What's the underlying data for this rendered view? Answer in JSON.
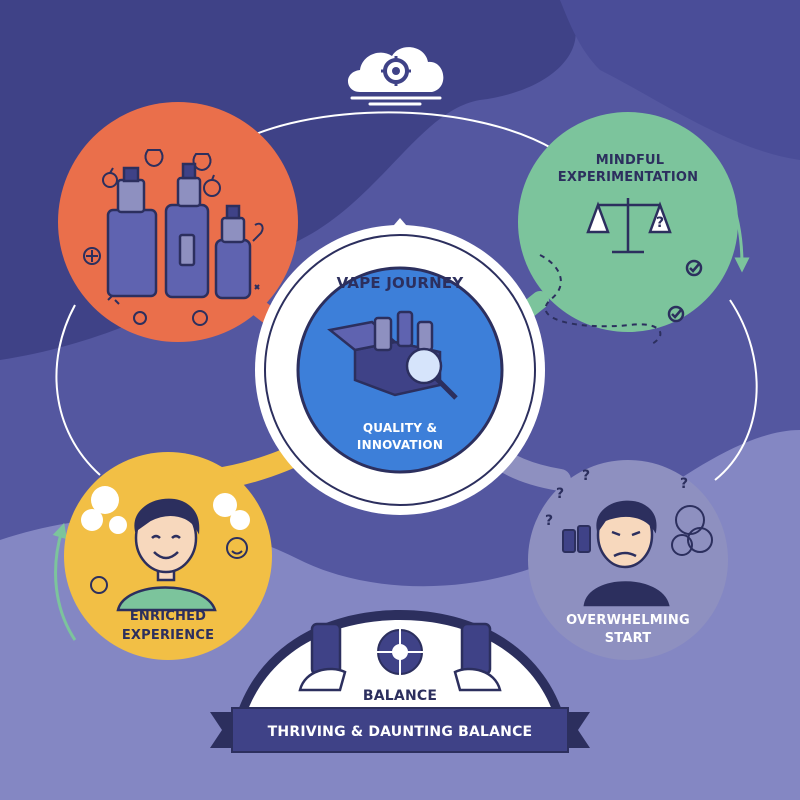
{
  "center": {
    "title": "VAPE JOURNEY",
    "subtitle_line1": "QUALITY &",
    "subtitle_line2": "INNOVATION"
  },
  "stages": {
    "mindful": {
      "line1": "MINDFUL",
      "line2": "EXPERIMENTATION",
      "color": "#7cc49c"
    },
    "overwhelming": {
      "line1": "OVERWHELMING",
      "line2": "START",
      "color": "#8e90c0"
    },
    "enriched": {
      "line1": "ENRICHED",
      "line2": "EXPERIENCE",
      "color": "#f2bf45"
    },
    "variety": {
      "color": "#ea6f4b"
    }
  },
  "banner": {
    "title": "BALANCE",
    "ribbon": "THRIVING & DAUNTING BALANCE"
  },
  "colors": {
    "background_dark": "#3f4287",
    "background_mid": "#5457a0",
    "background_light": "#8487c3",
    "center_blue": "#3d7fd9",
    "outline": "#2c2f5e"
  }
}
